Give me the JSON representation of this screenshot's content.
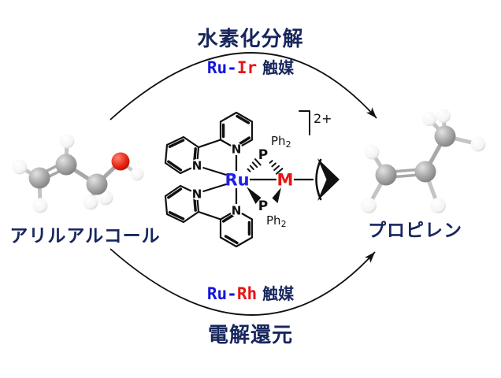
{
  "top_route": {
    "title": "水素化分解",
    "catalyst_ru": "Ru-",
    "catalyst_metal": "Ir",
    "catalyst_suffix": "触媒"
  },
  "bottom_route": {
    "title": "電解還元",
    "catalyst_ru": "Ru-",
    "catalyst_metal": "Rh",
    "catalyst_suffix": "触媒"
  },
  "reactant": {
    "label": "アリルアルコール"
  },
  "product": {
    "label": "プロピレン"
  },
  "complex": {
    "metal_center": "Ru",
    "bridge_metal": "M",
    "nitrogen": "N",
    "phosphorus": "P",
    "phenyl": "Ph",
    "phenyl_sub": "2",
    "charge": "2+"
  },
  "colors": {
    "navy_text": "#17265c",
    "ru_blue": "#1f1fe8",
    "metal_red": "#e81414",
    "line_black": "#111111",
    "carbon_gray": "#a8a8a8",
    "oxygen_red": "#e62717",
    "hydrogen_white": "#f2f2f2"
  }
}
